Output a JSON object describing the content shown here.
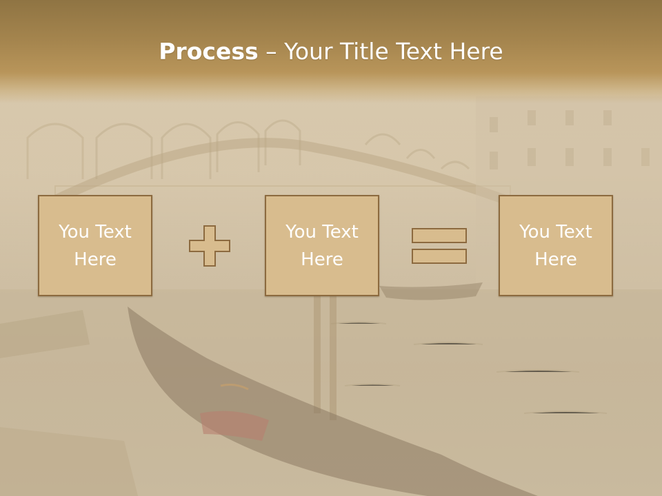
{
  "slide": {
    "title_bold": "Process",
    "title_rest": " – Your Title Text Here",
    "boxes": [
      {
        "text": "You Text\nHere"
      },
      {
        "text": "You Text\nHere"
      },
      {
        "text": "You Text\nHere"
      }
    ],
    "operators": [
      "plus-icon",
      "equals-icon"
    ]
  },
  "colors": {
    "title_band": "#a5854e",
    "box_fill": "#d8bc8e",
    "box_border": "#8c6a3f",
    "operator_fill": "#d8bc8e",
    "text": "#ffffff"
  }
}
